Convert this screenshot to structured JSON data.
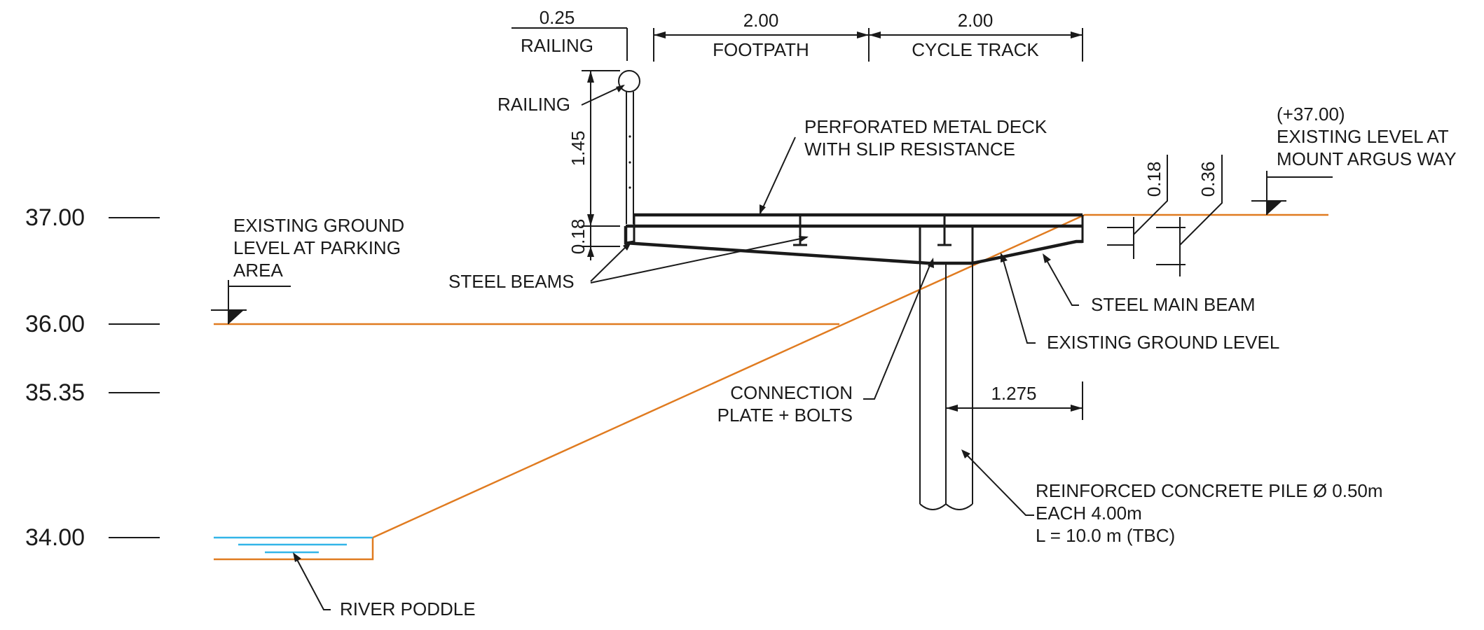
{
  "levels": {
    "l37": "37.00",
    "l36": "36.00",
    "l3535": "35.35",
    "l34": "34.00"
  },
  "dimensions": {
    "railing_width": "0.25",
    "railing_width_label": "RAILING",
    "footpath_width": "2.00",
    "footpath_label": "FOOTPATH",
    "cycle_width": "2.00",
    "cycle_label": "CYCLE TRACK",
    "railing_height": "1.45",
    "deck_depth": "0.18",
    "right_dim_018": "0.18",
    "right_dim_036": "0.36",
    "pile_offset": "1.275"
  },
  "labels": {
    "railing": "RAILING",
    "deck_line1": "PERFORATED METAL DECK",
    "deck_line2": "WITH SLIP RESISTANCE",
    "existing_level_value": "(+37.00)",
    "existing_level_line1": "EXISTING LEVEL AT",
    "existing_level_line2": "MOUNT ARGUS WAY",
    "parking_line1": "EXISTING GROUND",
    "parking_line2": "LEVEL AT PARKING",
    "parking_line3": "AREA",
    "steel_beams": "STEEL BEAMS",
    "steel_main_beam": "STEEL MAIN BEAM",
    "existing_ground_level": "EXISTING GROUND LEVEL",
    "connection_line1": "CONNECTION",
    "connection_line2": "PLATE + BOLTS",
    "pile_line1": "REINFORCED CONCRETE PILE Ø 0.50m",
    "pile_line2": "EACH 4.00m",
    "pile_line3": "L = 10.0 m (TBC)",
    "river_poddle": "RIVER PODDLE"
  },
  "colors": {
    "ground": "#e07b20",
    "water": "#33b5e8",
    "linework": "#1a1a1a"
  }
}
